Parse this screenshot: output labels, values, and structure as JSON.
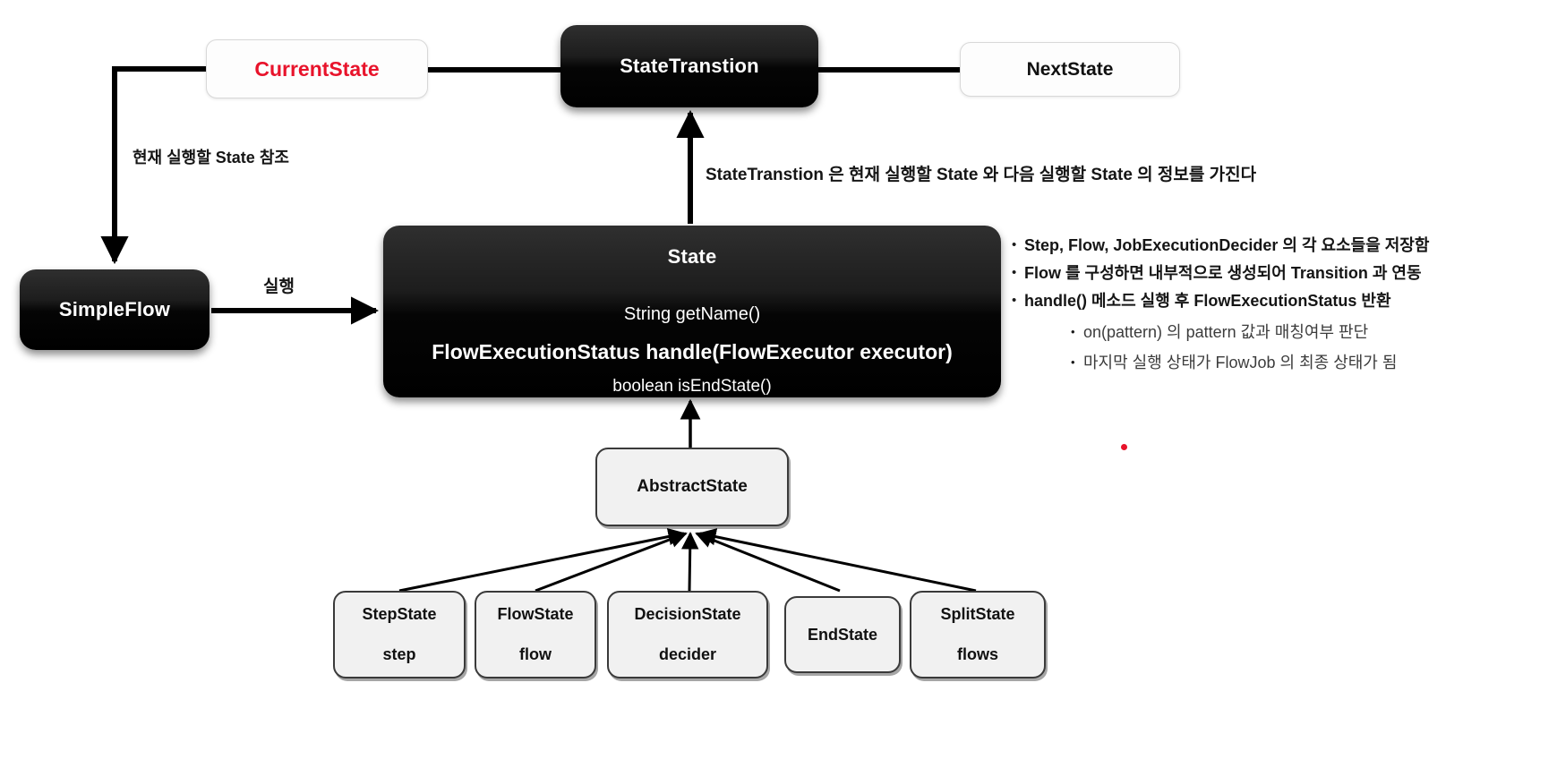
{
  "diagram": {
    "title": "Spring Batch Flow State / StateTranstion class diagram",
    "colors": {
      "accent_red": "#e8132b",
      "dark_node": "#000000",
      "light_node": "#f1f1f1",
      "edge": "#000000"
    },
    "nodes": {
      "current_state": {
        "label": "CurrentState",
        "style": "light-red-text"
      },
      "state_transtion": {
        "label": "StateTranstion",
        "style": "dark"
      },
      "next_state": {
        "label": "NextState",
        "style": "light"
      },
      "simple_flow": {
        "label": "SimpleFlow",
        "style": "dark"
      },
      "state": {
        "title": "State",
        "methods": [
          "String getName()",
          "FlowExecutionStatus handle(FlowExecutor executor)",
          "boolean isEndState()"
        ],
        "style": "dark"
      },
      "abstract_state": {
        "label": "AbstractState",
        "style": "light-strong"
      },
      "subclasses": [
        {
          "name": "StepState",
          "field": "step"
        },
        {
          "name": "FlowState",
          "field": "flow"
        },
        {
          "name": "DecisionState",
          "field": "decider"
        },
        {
          "name": "EndState",
          "field": ""
        },
        {
          "name": "SplitState",
          "field": "flows"
        }
      ]
    },
    "edge_labels": {
      "current_state_ref": "현재 실행할 State 참조",
      "execute": "실행",
      "transition_note": "StateTranstion 은 현재 실행할 State 와 다음 실행할 State 의 정보를 가진다"
    },
    "notes": {
      "items": [
        "Step, Flow, JobExecutionDecider 의 각 요소들을 저장함",
        "Flow 를 구성하면 내부적으로 생성되어 Transition 과 연동",
        "handle() 메소드 실행 후 FlowExecutionStatus 반환"
      ],
      "sub_items": [
        "on(pattern) 의 pattern 값과 매칭여부 판단",
        "마지막 실행 상태가 FlowJob 의 최종 상태가 됨"
      ],
      "bullet_glyph": "•"
    }
  }
}
